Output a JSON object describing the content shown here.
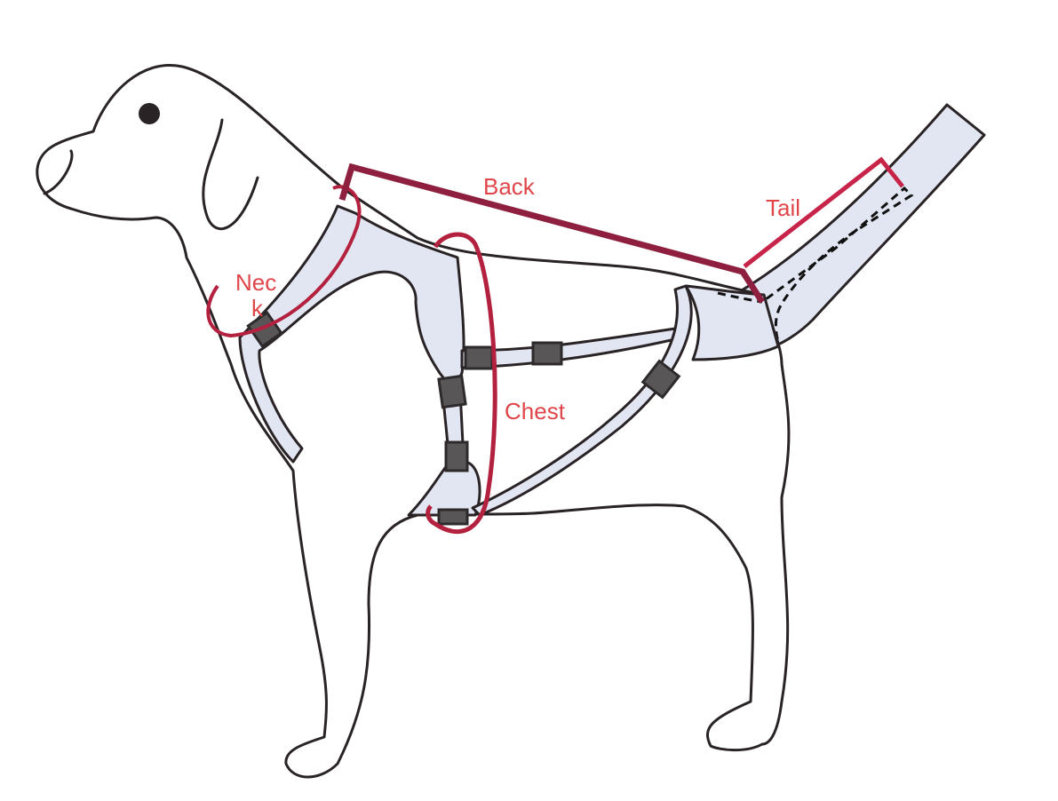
{
  "figure": {
    "title": "Dog harness measurement diagram",
    "subject": "dog side profile wearing harness",
    "colors": {
      "background": "#ffffff",
      "outline": "#2a2326",
      "harness_fill": "#e2e6f2",
      "buckle": "#585657",
      "measure_line": "#8e1f3f",
      "measure_loop": "#b3213f",
      "label_text": "#e0454a"
    }
  },
  "labels": {
    "neck_line1": "Nec",
    "neck_line2": "k",
    "back": "Back",
    "chest": "Chest",
    "tail": "Tail"
  },
  "measurements": [
    {
      "name": "Neck",
      "type": "loop",
      "position": "around neck at collar"
    },
    {
      "name": "Back",
      "type": "line",
      "position": "from withers to tail base"
    },
    {
      "name": "Chest",
      "type": "loop",
      "position": "around chest behind front legs"
    },
    {
      "name": "Tail",
      "type": "line",
      "position": "along tail sleeve"
    }
  ],
  "buckles": 7
}
